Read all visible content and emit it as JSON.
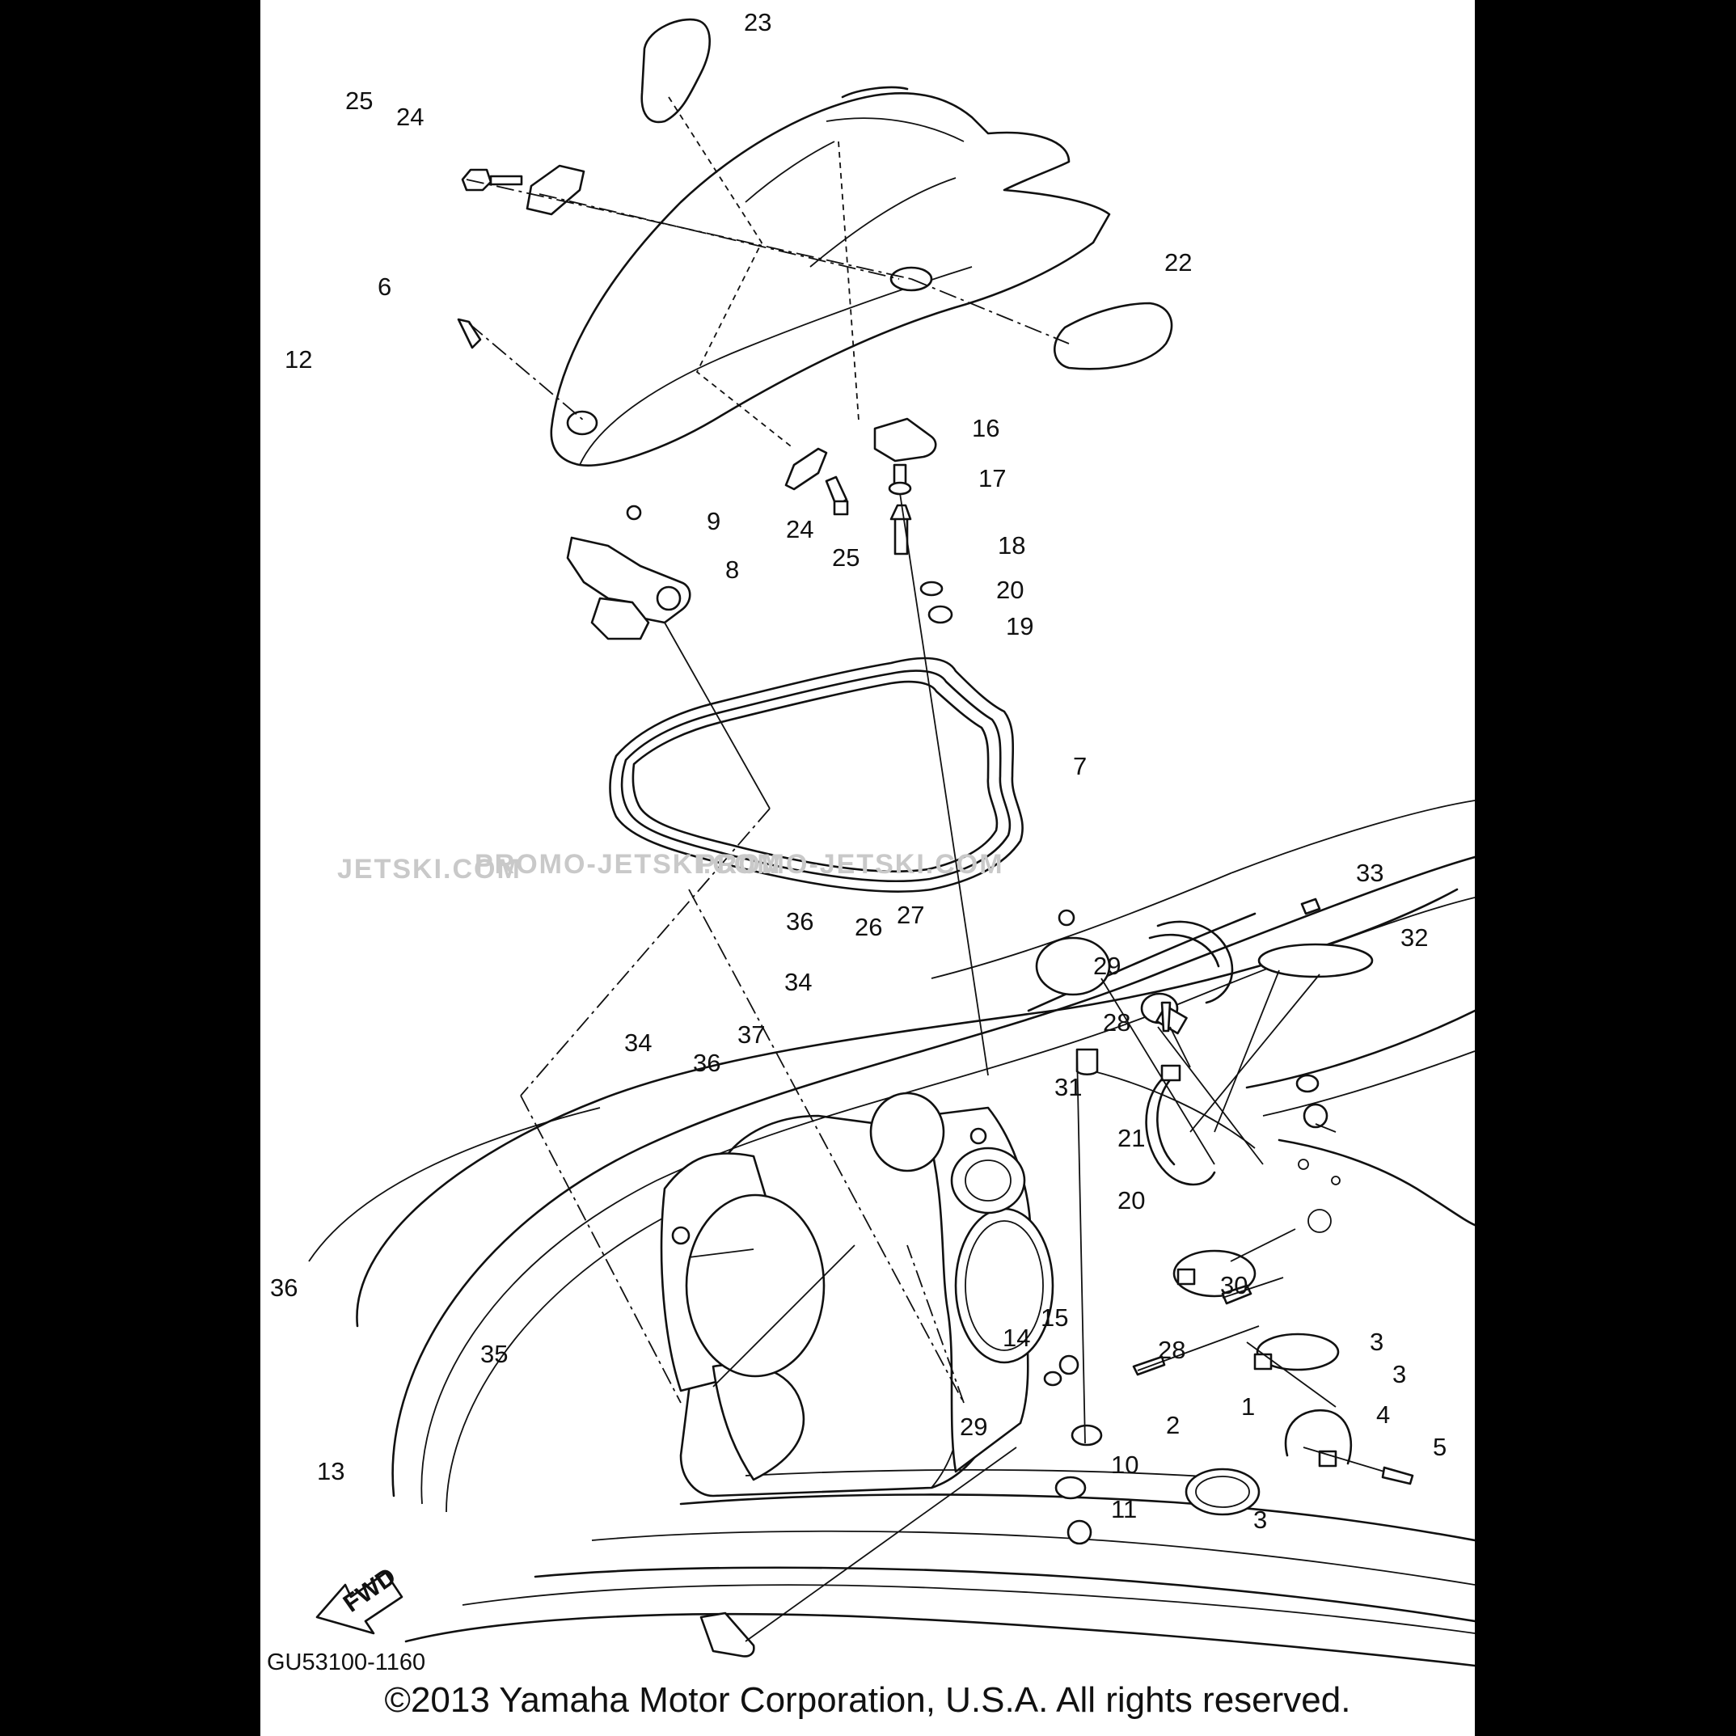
{
  "diagram": {
    "code": "GU53100-1160",
    "copyright": "©2013 Yamaha Motor Corporation, U.S.A. All rights reserved.",
    "watermark": [
      "JETSKI.COM",
      "PROMO-JETSKI.COM",
      "PROMO-JETSKI.COM"
    ],
    "fwd_label": "FWD",
    "callouts": [
      "1",
      "2",
      "3",
      "3",
      "3",
      "4",
      "5",
      "6",
      "7",
      "8",
      "9",
      "10",
      "11",
      "12",
      "13",
      "14",
      "15",
      "16",
      "17",
      "18",
      "19",
      "20",
      "20",
      "21",
      "22",
      "23",
      "24",
      "24",
      "25",
      "25",
      "26",
      "27",
      "28",
      "28",
      "29",
      "29",
      "30",
      "31",
      "32",
      "33",
      "34",
      "34",
      "35",
      "36",
      "36",
      "36",
      "37"
    ]
  }
}
